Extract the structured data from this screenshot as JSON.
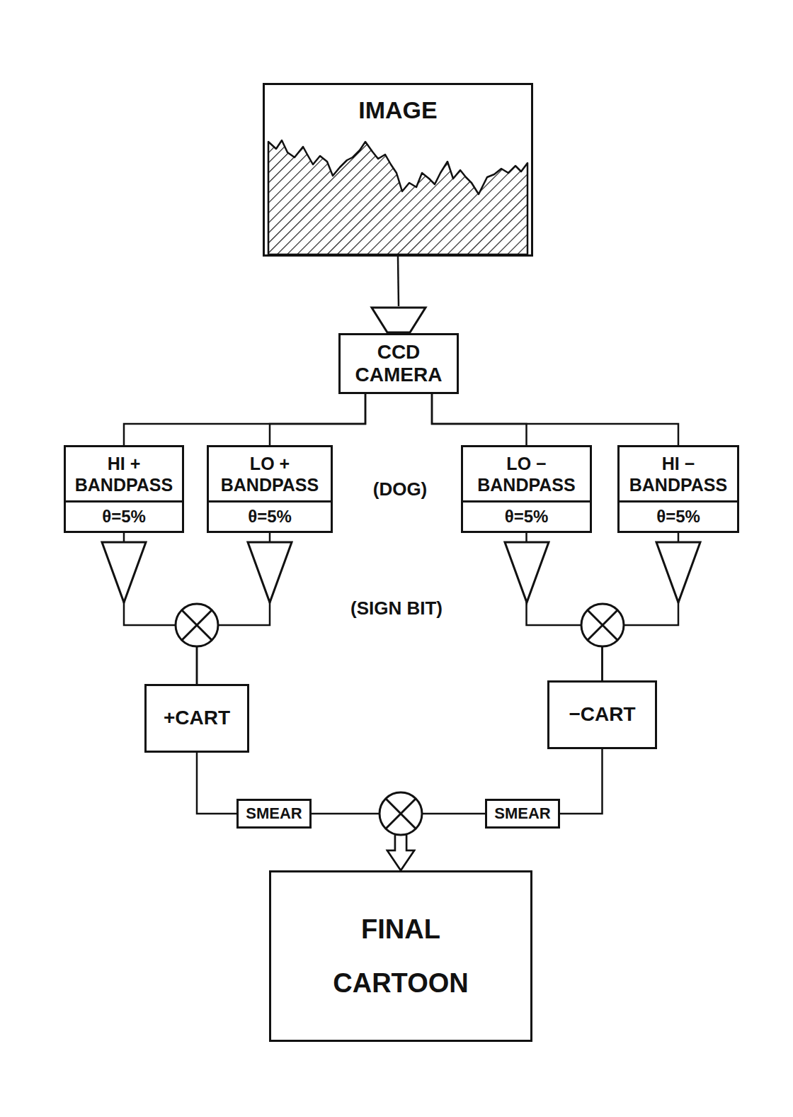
{
  "diagram": {
    "nodes": [
      {
        "text": [
          "IMAGE"
        ]
      },
      {
        "text": [
          "CCD CAMERA"
        ]
      },
      {
        "text": [
          "HI + BANDPASS",
          "θ=5%"
        ]
      },
      {
        "text": [
          "LO + BANDPASS",
          "θ=5%"
        ]
      },
      {
        "text": [
          "LO − BANDPASS",
          "θ=5%"
        ]
      },
      {
        "text": [
          "HI − BANDPASS",
          "θ=5%"
        ]
      },
      {
        "text": [
          "+CART"
        ]
      },
      {
        "text": [
          "−CART"
        ]
      },
      {
        "text": [
          "SMEAR"
        ]
      },
      {
        "text": [
          "SMEAR"
        ]
      },
      {
        "text": [
          "FINAL CARTOON"
        ]
      }
    ],
    "edges": [
      {
        "from": 0,
        "to": 1,
        "arrow": "to"
      },
      {
        "from": 1,
        "to": 2,
        "arrow": "none"
      },
      {
        "from": 1,
        "to": 3,
        "arrow": "none"
      },
      {
        "from": 1,
        "to": 4,
        "arrow": "none"
      },
      {
        "from": 1,
        "to": 5,
        "arrow": "none"
      },
      {
        "from": 2,
        "to": 6,
        "arrow": "none"
      },
      {
        "from": 3,
        "to": 6,
        "arrow": "none"
      },
      {
        "from": 4,
        "to": 7,
        "arrow": "none"
      },
      {
        "from": 5,
        "to": 7,
        "arrow": "none"
      },
      {
        "from": 6,
        "to": 8,
        "arrow": "none"
      },
      {
        "from": 7,
        "to": 9,
        "arrow": "none"
      },
      {
        "from": 8,
        "to": 10,
        "arrow": "to"
      },
      {
        "from": 9,
        "to": 10,
        "arrow": "to"
      }
    ],
    "labels": [
      "(DOG)",
      "(SIGN BIT)"
    ]
  }
}
